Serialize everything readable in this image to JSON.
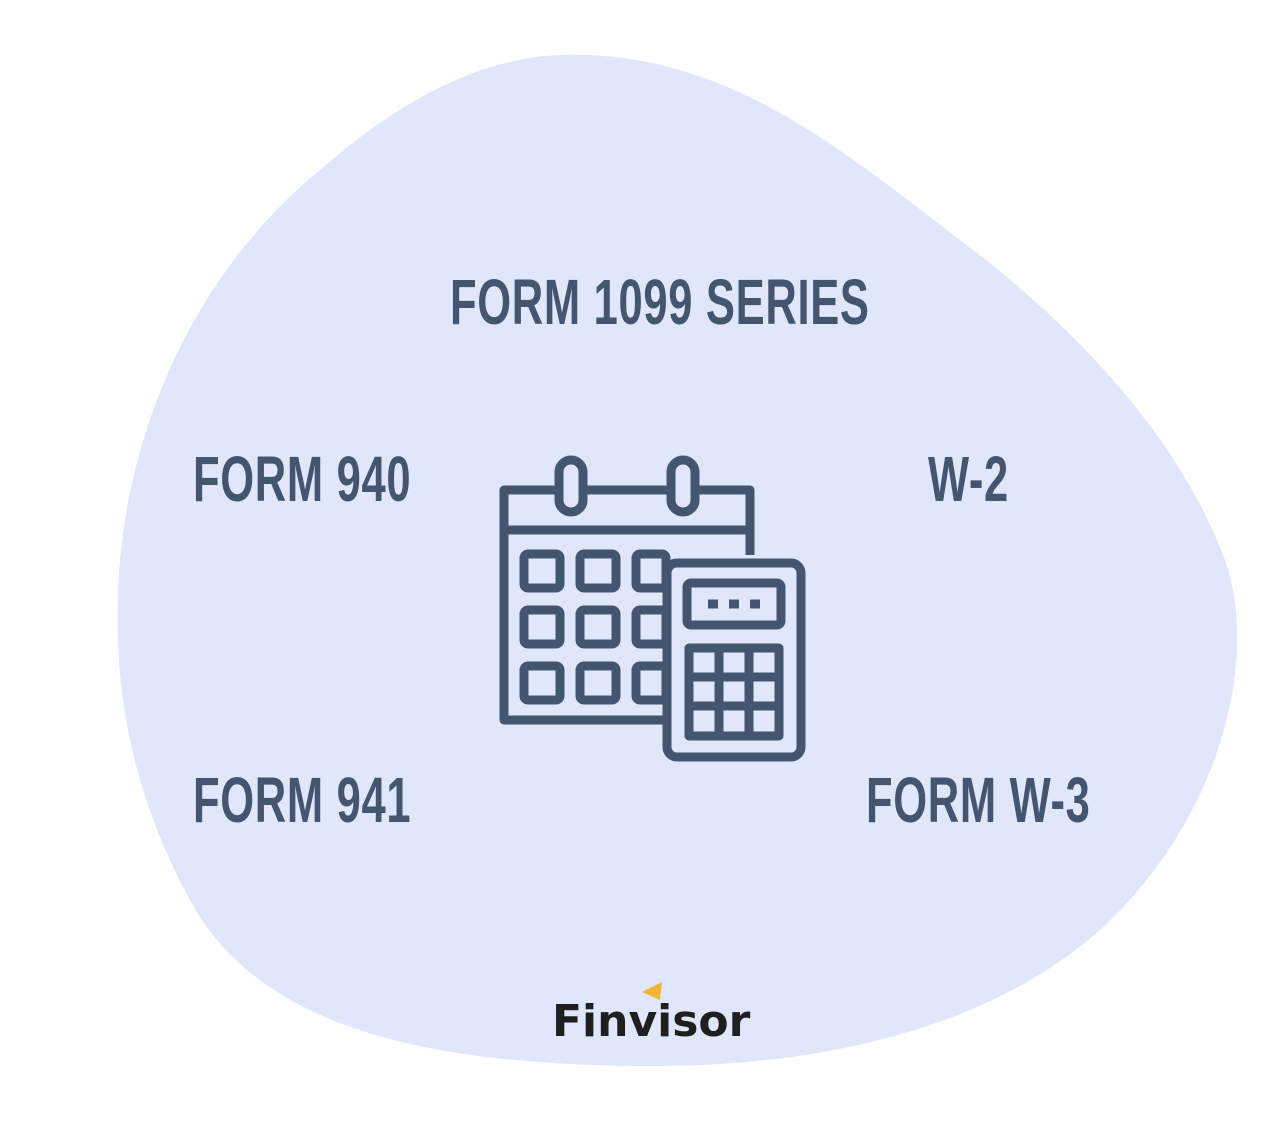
{
  "labels": {
    "top": "FORM 1099 SERIES",
    "left_top": "FORM 940",
    "right_top": "W-2",
    "left_bottom": "FORM 941",
    "right_bottom": "FORM W-3"
  },
  "logo": {
    "text": "Finvisor"
  },
  "colors": {
    "blob": "#e1e7fb",
    "text": "#44566f",
    "icon": "#44566f",
    "logo_accent": "#f2b632"
  },
  "icons": [
    "calendar-icon",
    "calculator-icon"
  ]
}
